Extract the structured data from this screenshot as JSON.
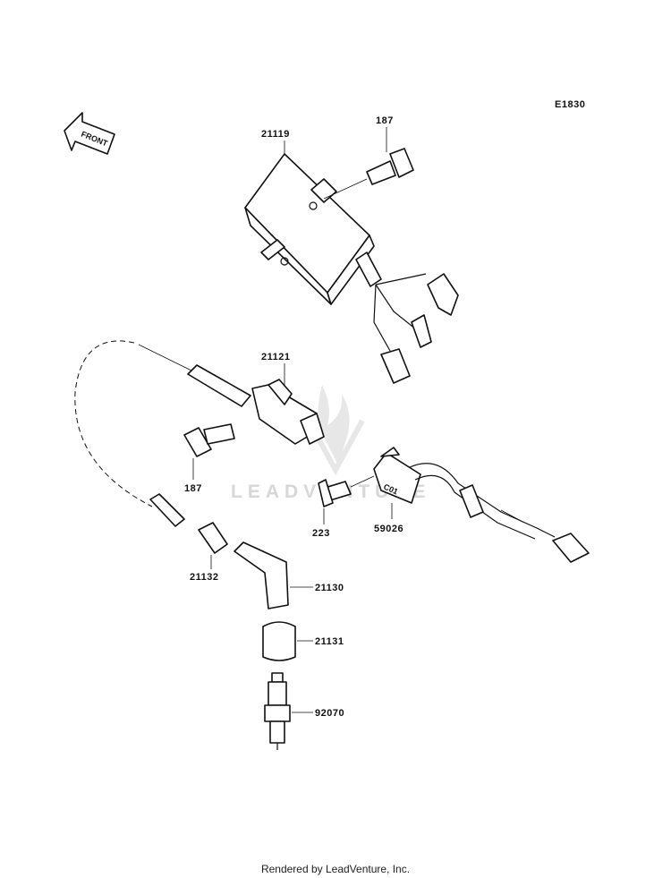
{
  "diagram_code": "E1830",
  "front_label": "FRONT",
  "watermark": "LEADVENTURE",
  "footer": "Rendered by LeadVenture, Inc.",
  "module_marking": "C01",
  "callouts": [
    {
      "id": "cdi-unit",
      "label": "21119"
    },
    {
      "id": "bolt-upper",
      "label": "187"
    },
    {
      "id": "ignition-coil",
      "label": "21121"
    },
    {
      "id": "bolt-lower",
      "label": "187"
    },
    {
      "id": "pulser-screw",
      "label": "223"
    },
    {
      "id": "pulser-coil",
      "label": "59026"
    },
    {
      "id": "sleeve",
      "label": "21132"
    },
    {
      "id": "plug-cap",
      "label": "21130"
    },
    {
      "id": "plug-cap-seal",
      "label": "21131"
    },
    {
      "id": "spark-plug",
      "label": "92070"
    }
  ]
}
